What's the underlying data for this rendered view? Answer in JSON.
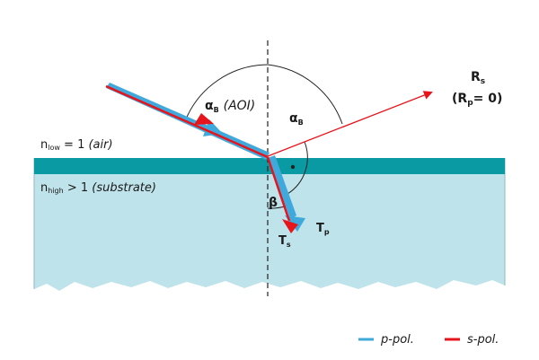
{
  "colors": {
    "p_pol": "#3fa9db",
    "s_pol": "#e8141b",
    "substrate_fill": "#bfe3ea",
    "interface": "#0a9aa4",
    "text": "#1a1a1a"
  },
  "labels": {
    "alpha": "α",
    "alpha_sub": "B",
    "aoi": "(AOI)",
    "beta": "β",
    "rs_main": "R",
    "rs_sub": "s",
    "rp_open": "(R",
    "rp_sub": "p",
    "rp_close": "= 0)",
    "tp_main": "T",
    "tp_sub": "p",
    "ts_main": "T",
    "ts_sub": "s",
    "n_main": "n",
    "nlow_sub": "low",
    "nlow_rest": " = 1 ",
    "nlow_medium": "(air)",
    "nhigh_sub": "high",
    "nhigh_rest": " > 1 ",
    "nhigh_medium": "(substrate)"
  },
  "legend": {
    "p_label": "p-pol.",
    "s_label": "s-pol."
  }
}
